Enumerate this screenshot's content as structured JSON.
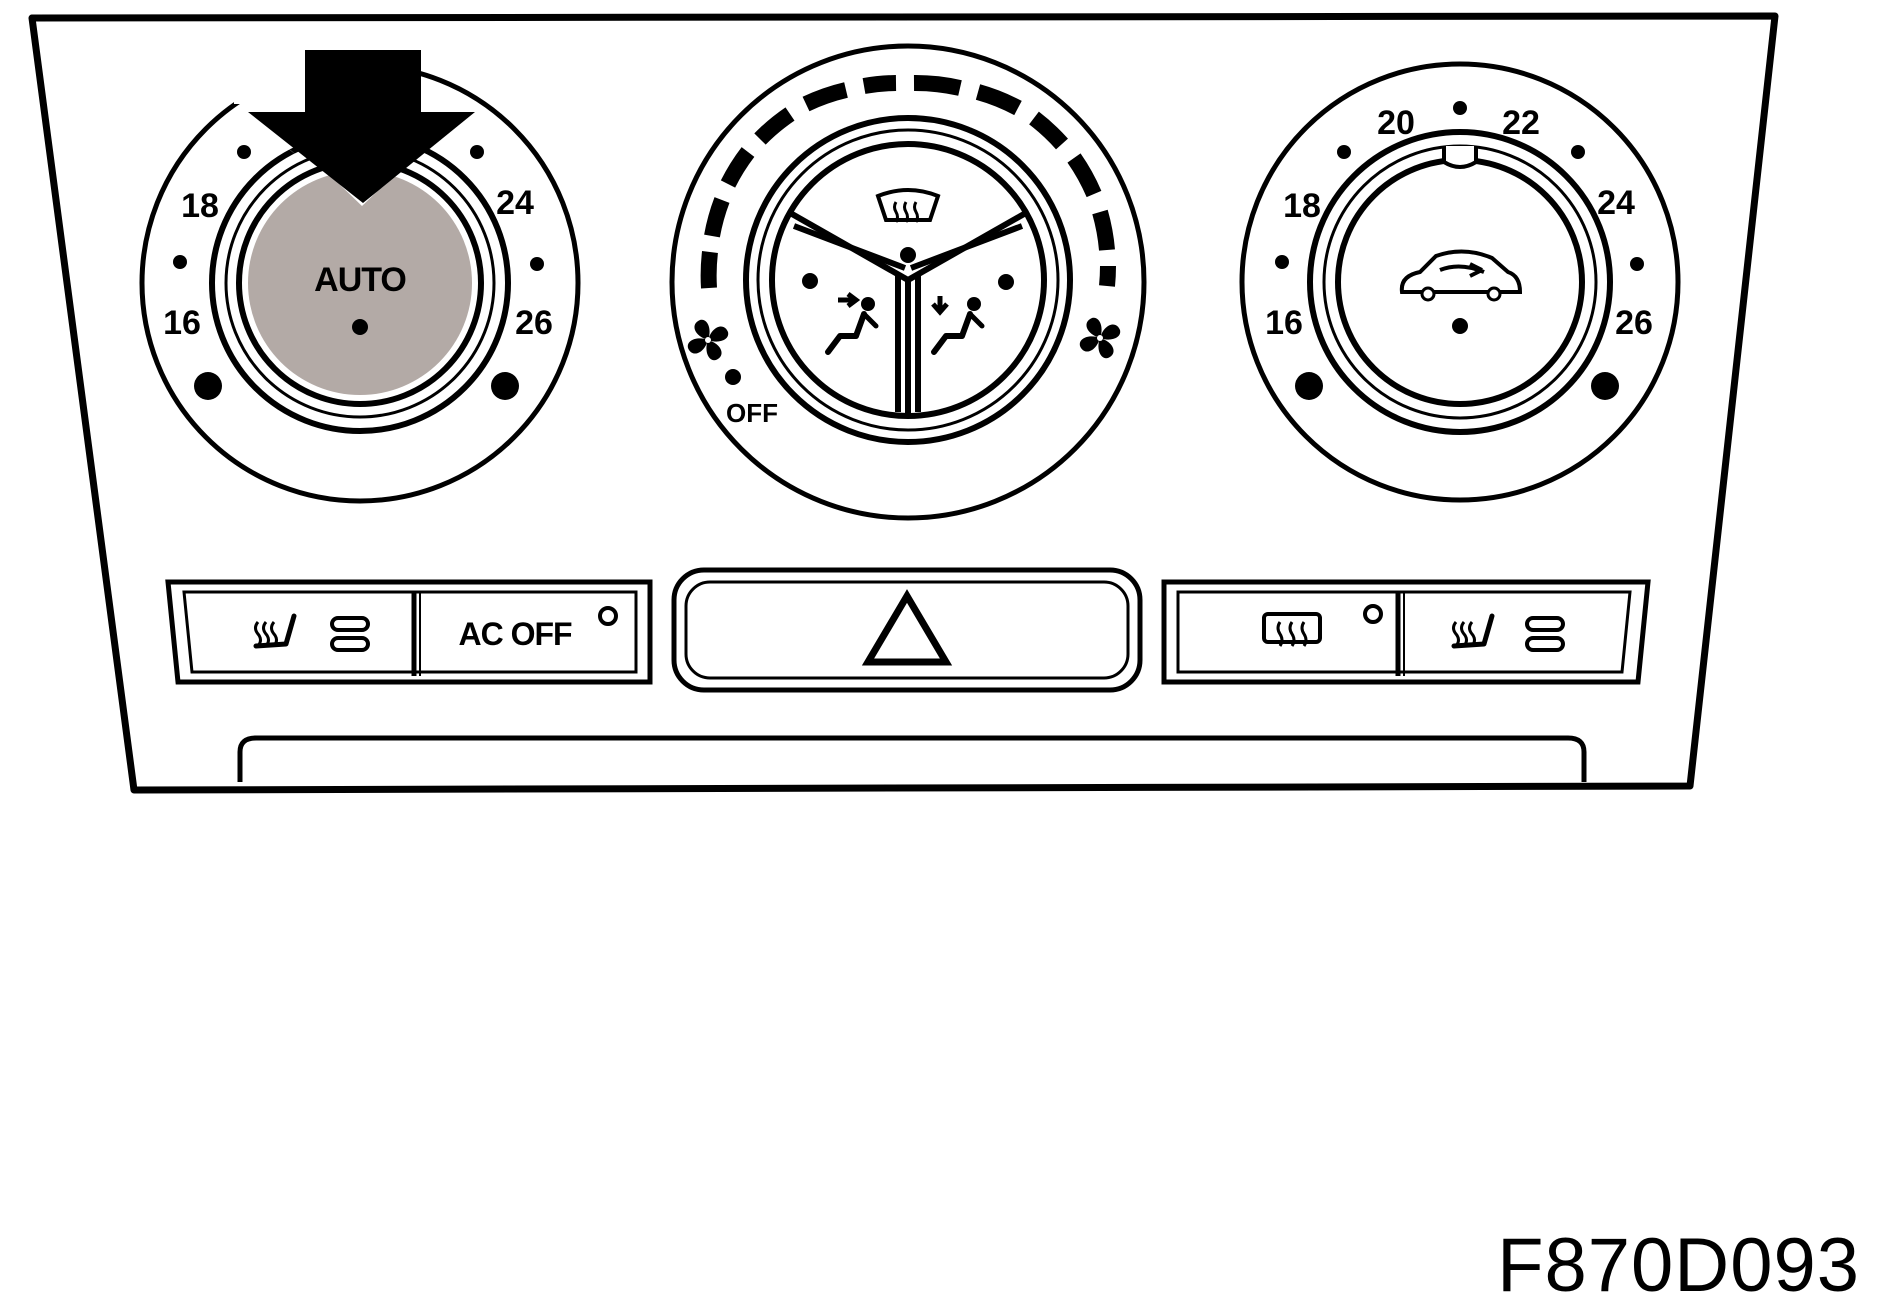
{
  "figure_code": "F870D093",
  "left_temp_knob": {
    "center_label": "AUTO",
    "scale_labels": [
      "16",
      "18",
      "24",
      "26"
    ],
    "center_fill": "#b3aaa6"
  },
  "fan_speed_knob": {
    "off_label": "OFF"
  },
  "right_temp_knob": {
    "scale_labels": [
      "16",
      "18",
      "20",
      "22",
      "24",
      "26"
    ]
  },
  "buttons": {
    "ac_off_label": "AC OFF"
  },
  "colors": {
    "line": "#000000",
    "background": "#ffffff",
    "auto_highlight": "#b3aaa6"
  }
}
